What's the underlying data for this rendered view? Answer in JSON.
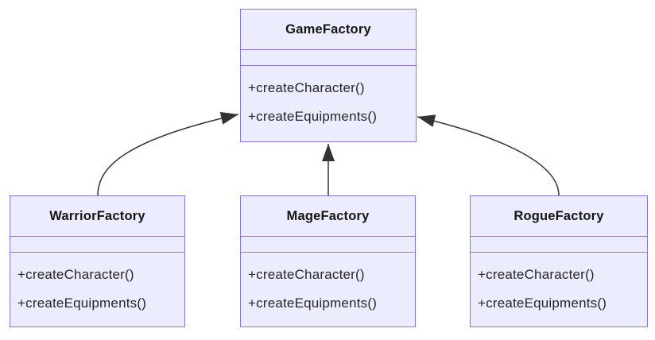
{
  "diagram": {
    "type": "class-diagram",
    "colors": {
      "background": "#ffffff",
      "node_fill": "#ECECFF",
      "node_border": "#9370DB",
      "arrow": "#333333",
      "text": "#262626"
    },
    "classes": [
      {
        "name": "GameFactory",
        "attributes": [],
        "methods": [
          "+createCharacter()",
          "+createEquipments()"
        ]
      },
      {
        "name": "WarriorFactory",
        "attributes": [],
        "methods": [
          "+createCharacter()",
          "+createEquipments()"
        ]
      },
      {
        "name": "MageFactory",
        "attributes": [],
        "methods": [
          "+createCharacter()",
          "+createEquipments()"
        ]
      },
      {
        "name": "RogueFactory",
        "attributes": [],
        "methods": [
          "+createCharacter()",
          "+createEquipments()"
        ]
      }
    ],
    "relations": [
      {
        "from": "WarriorFactory",
        "to": "GameFactory",
        "kind": "solid-arrow"
      },
      {
        "from": "MageFactory",
        "to": "GameFactory",
        "kind": "solid-arrow"
      },
      {
        "from": "RogueFactory",
        "to": "GameFactory",
        "kind": "solid-arrow"
      }
    ]
  }
}
